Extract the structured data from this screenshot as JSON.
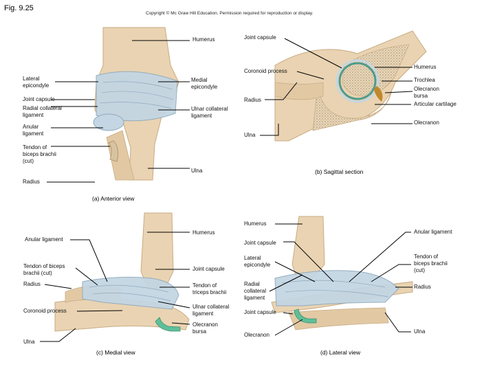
{
  "figure": {
    "number": "Fig. 9.25",
    "copyright": "Copyright © Mc Graw Hill Education. Permission required for reproduction or display."
  },
  "panels": {
    "a": {
      "caption": "(a) Anterior view",
      "labels": {
        "humerus": "Humerus",
        "lateral_epicondyle": "Lateral\nepicondyle",
        "medial_epicondyle": "Medial\nepicondyle",
        "joint_capsule": "Joint capsule",
        "radial_collateral": "Radial collateral\nligament",
        "ulnar_collateral": "Ulnar collateral\nligament",
        "anular": "Anular\nligament",
        "tendon_biceps": "Tendon of\nbiceps brachii\n(cut)",
        "ulna": "Ulna",
        "radius": "Radius"
      }
    },
    "b": {
      "caption": "(b) Sagittal section",
      "labels": {
        "joint_capsule": "Joint capsule",
        "coronoid": "Coronoid process",
        "humerus": "Humerus",
        "trochlea": "Trochlea",
        "olecranon_bursa": "Olecranon\nbursa",
        "articular_cartilage": "Articular cartilage",
        "radius": "Radius",
        "olecranon": "Olecranon",
        "ulna": "Ulna"
      }
    },
    "c": {
      "caption": "(c)  Medial view",
      "labels": {
        "humerus": "Humerus",
        "anular": "Anular ligament",
        "tendon_biceps": "Tendon of biceps\nbrachii (cut)",
        "radius": "Radius",
        "coronoid": "Coronoid process",
        "ulna": "Ulna",
        "joint_capsule": "Joint capsule",
        "tendon_triceps": "Tendon of\ntriceps brachii",
        "ulnar_collateral": "Ulnar collateral\nligament",
        "olecranon_bursa": "Olecranon\nbursa"
      }
    },
    "d": {
      "caption": "(d) Lateral view",
      "labels": {
        "humerus": "Humerus",
        "joint_capsule_top": "Joint capsule",
        "lateral_epicondyle": "Lateral\nepicondyle",
        "radial_collateral": "Radial\ncollateral\nligament",
        "joint_capsule_bottom": "Joint capsule",
        "olecranon": "Olecranon",
        "anular": "Anular ligament",
        "tendon_biceps": "Tendon of\nbiceps brachii\n(cut)",
        "radius": "Radius",
        "ulna": "Ulna"
      }
    }
  },
  "colors": {
    "bone": "#e9d3b2",
    "bone_shade": "#c9ab82",
    "ligament": "#c4d6e3",
    "ligament_line": "#8fa9bc",
    "cartilage": "#4f9b8a",
    "bursa": "#5fbf9a",
    "spongy": "#d9c6a5"
  }
}
